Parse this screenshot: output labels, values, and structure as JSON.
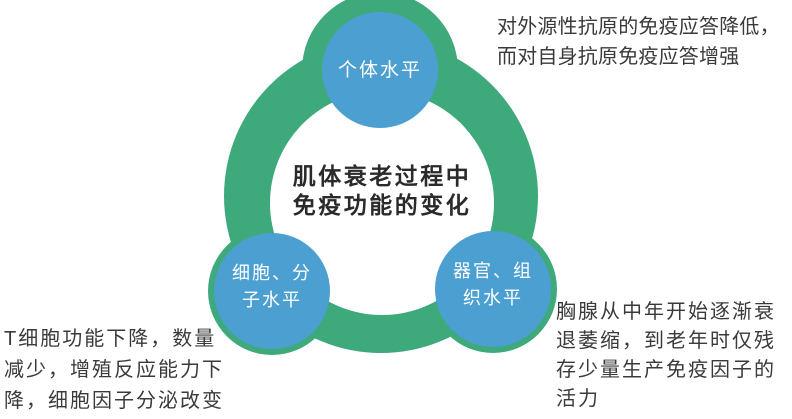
{
  "colors": {
    "ring_green": "#3EAA7C",
    "node_blue": "#4C9FD1",
    "title_text": "#2A2A2A",
    "body_text": "#3A3A3A",
    "node_text": "#FFFFFF",
    "background": "#FFFFFF"
  },
  "diagram": {
    "center_title": "肌体衰老过程中\n免疫功能的变化",
    "nodes": [
      {
        "id": "individual-level",
        "label": "个体水平",
        "position": "top"
      },
      {
        "id": "cell-molecular-level",
        "label": "细胞、分\n子水平",
        "position": "bottom-left"
      },
      {
        "id": "organ-tissue-level",
        "label": "器官、组\n织水平",
        "position": "bottom-right"
      }
    ],
    "annotations": [
      {
        "id": "individual-note",
        "text": "对外源性抗原的免疫应答降低，\n而对自身抗原免疫应答增强",
        "position": "top-right"
      },
      {
        "id": "cell-note",
        "text": "T细胞功能下降，数量\n减少，增殖反应能力下\n降，细胞因子分泌改变",
        "position": "bottom-left"
      },
      {
        "id": "organ-note",
        "text": "胸腺从中年开始逐渐衰\n退萎缩，到老年时仅残\n存少量生产免疫因子的\n活力",
        "position": "bottom-right"
      }
    ]
  }
}
